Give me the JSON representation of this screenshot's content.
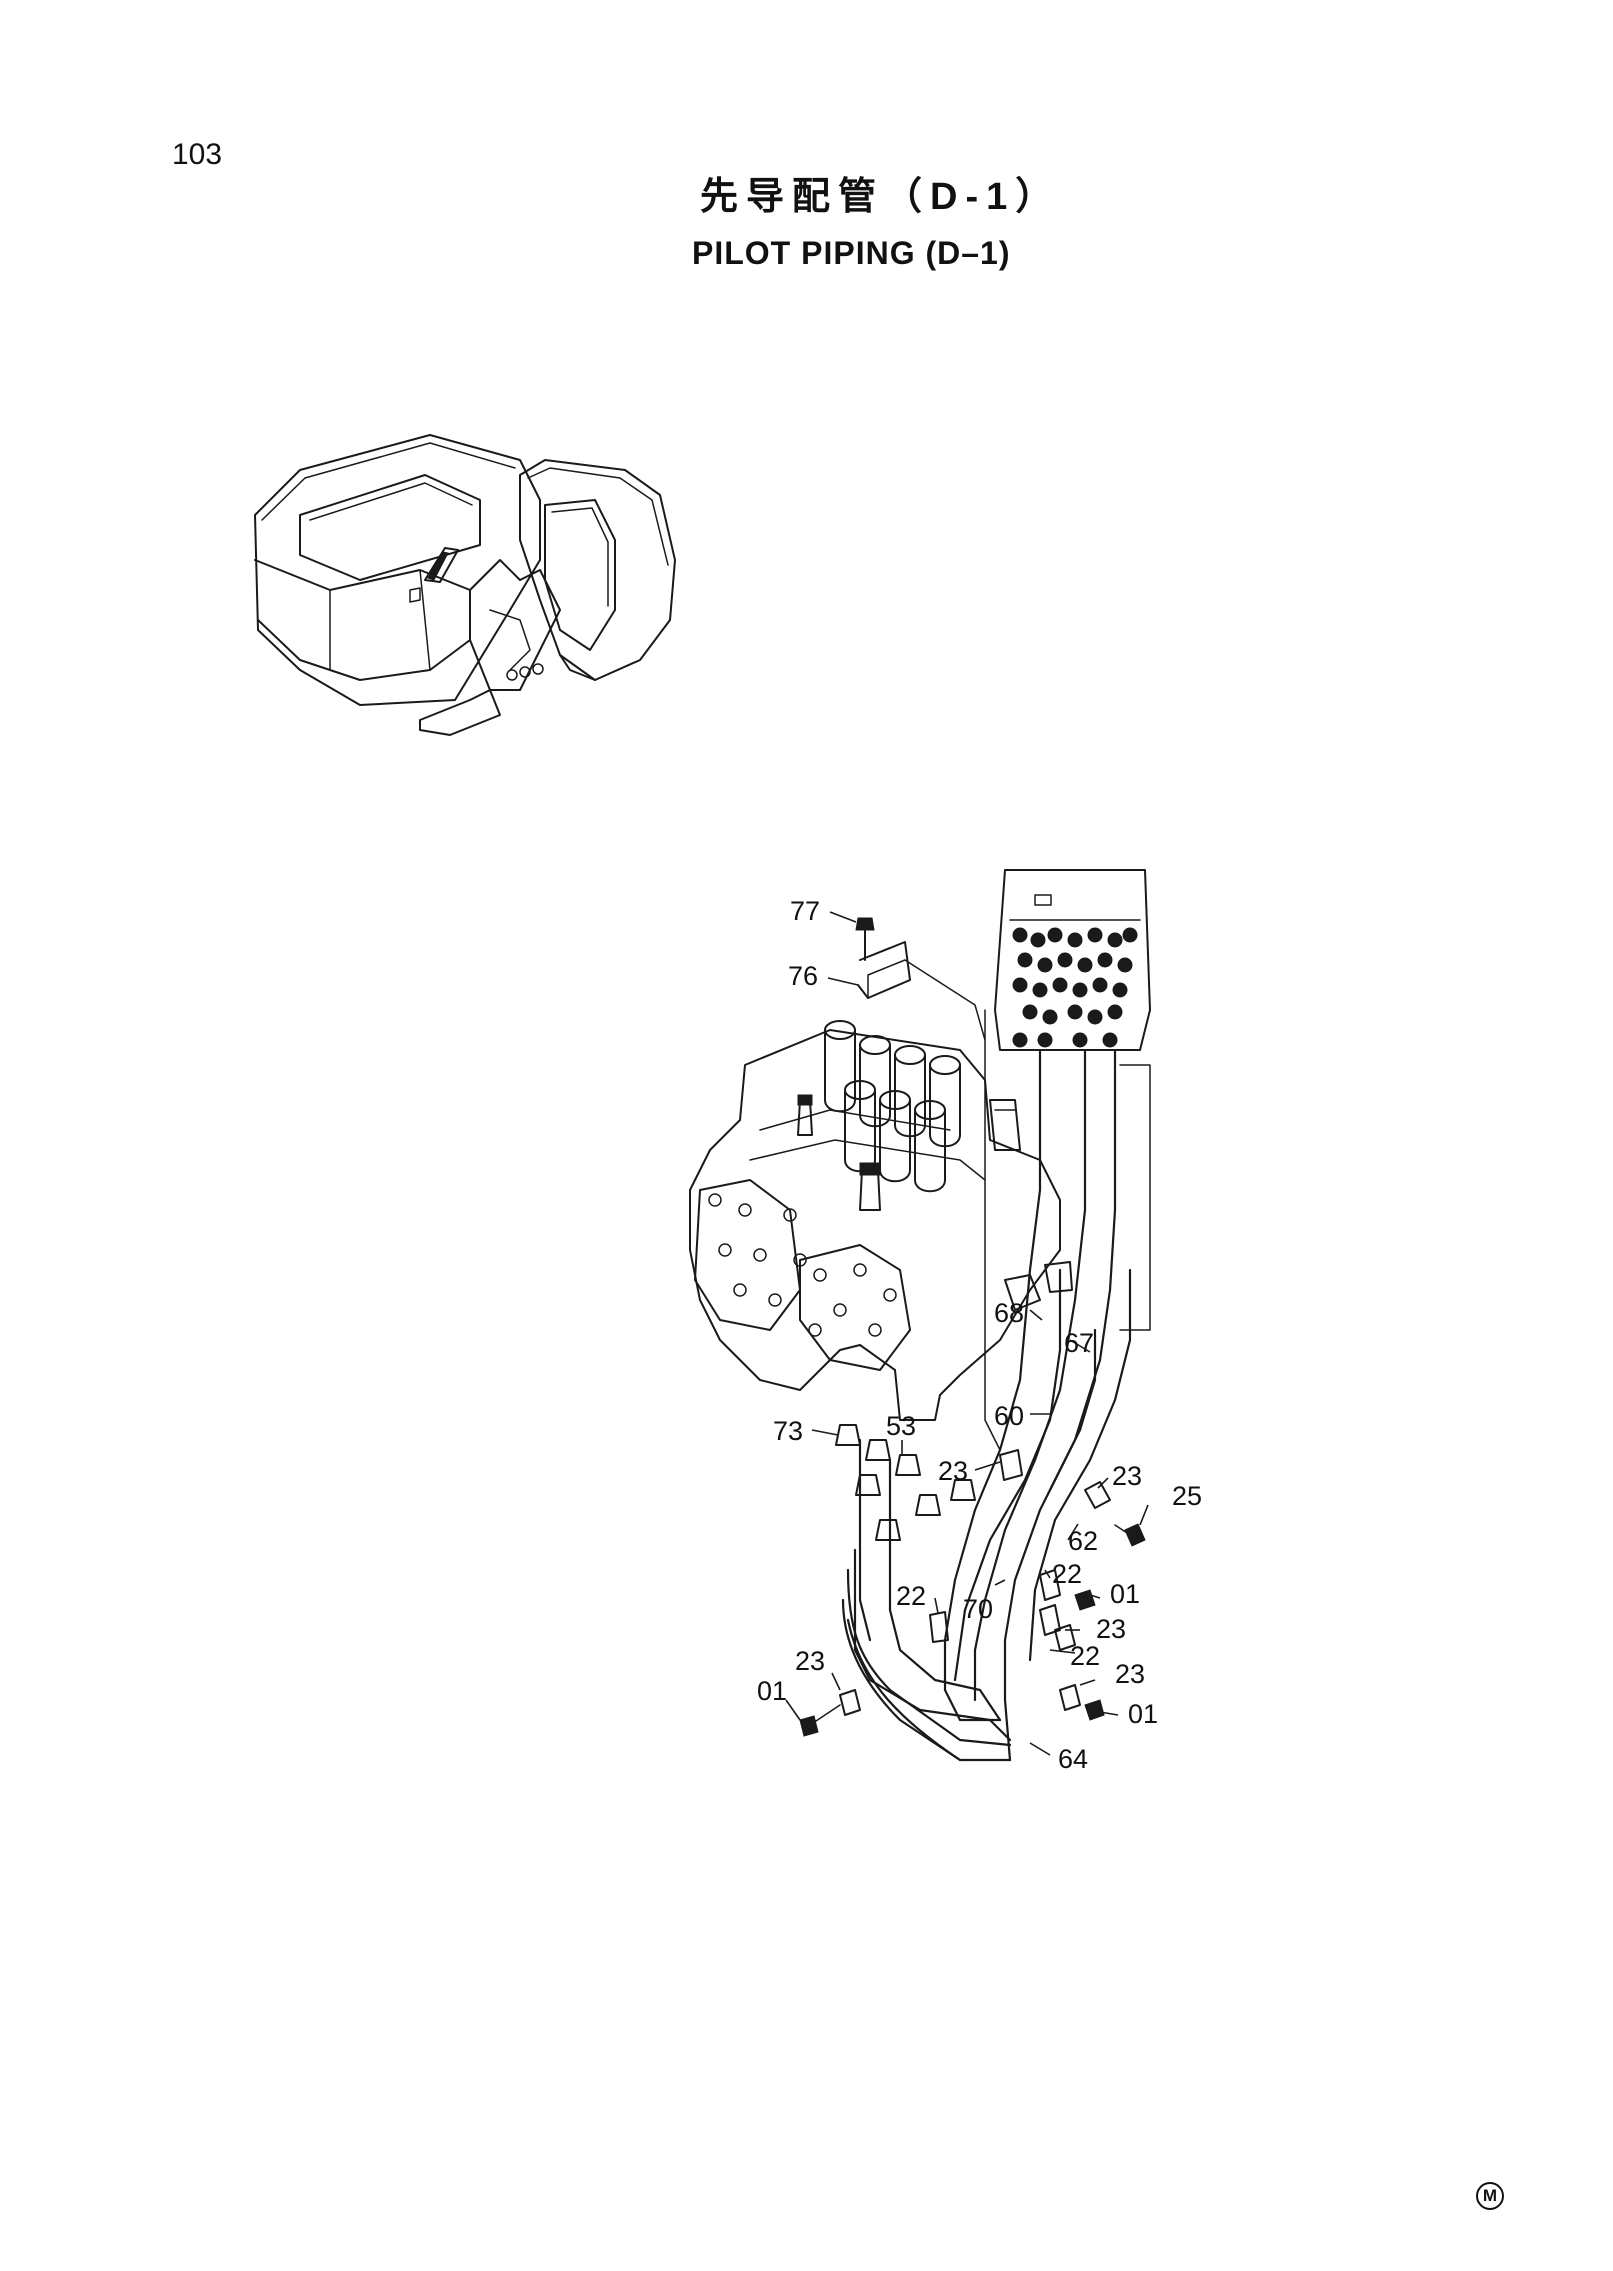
{
  "page": {
    "number": "103",
    "title_cn": "先导配管（D-1）",
    "title_en": "PILOT PIPING (D–1)",
    "mark": "M"
  },
  "callouts": {
    "c77": "77",
    "c76": "76",
    "c68": "68",
    "c67": "67",
    "c60": "60",
    "c73": "73",
    "c53": "53",
    "c23a": "23",
    "c23b": "23",
    "c25": "25",
    "c62": "62",
    "c22a": "22",
    "c01a": "01",
    "c22b": "22",
    "c70": "70",
    "c23c": "23",
    "c22c": "22",
    "c23d": "23",
    "c01b": "01",
    "c23e": "23",
    "c01c": "01",
    "c64": "64"
  }
}
